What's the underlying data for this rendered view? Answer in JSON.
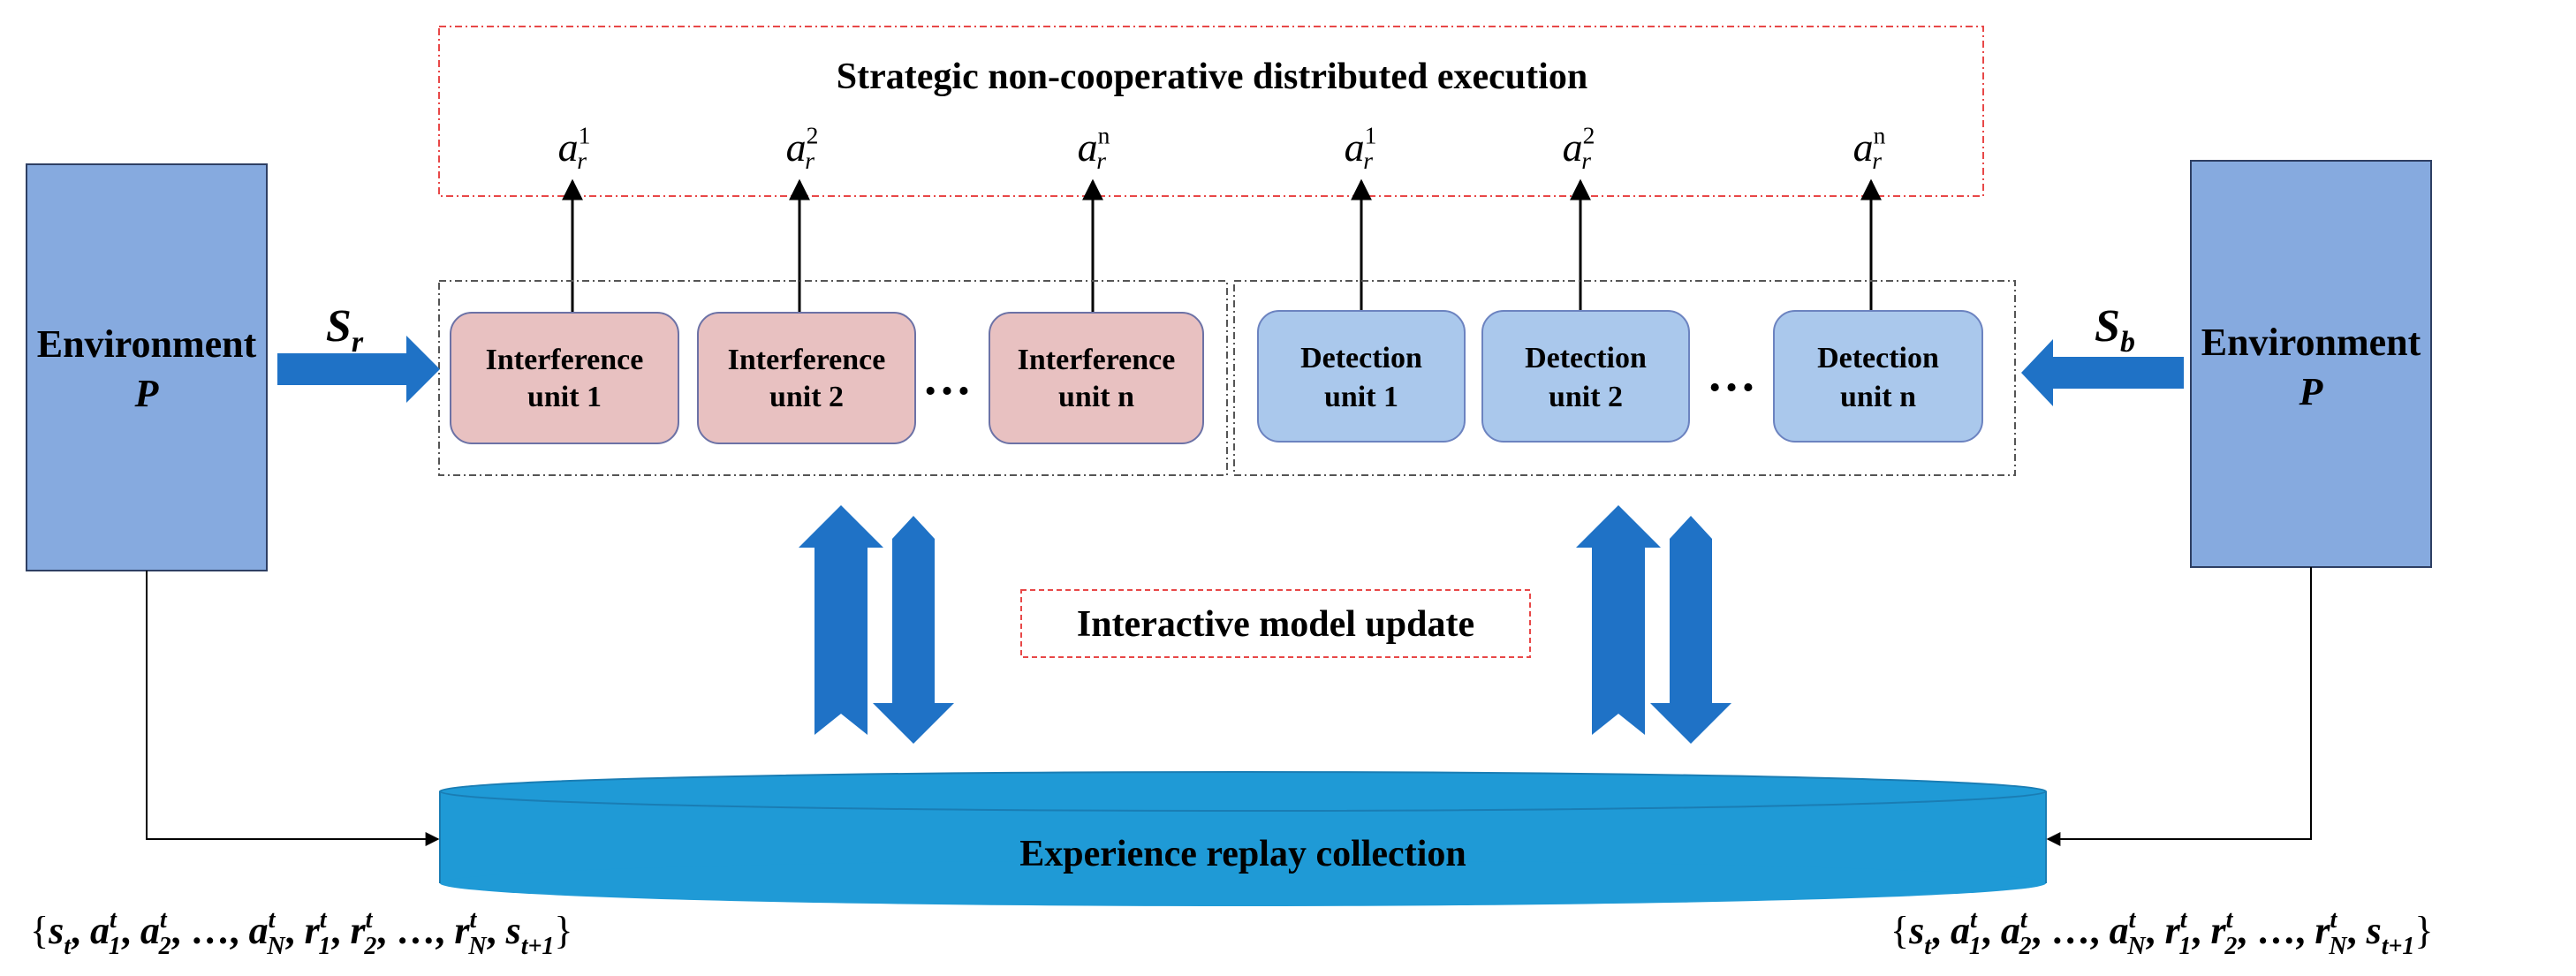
{
  "execution": {
    "title": "Strategic non-cooperative distributed execution",
    "actions_interference": [
      {
        "base": "a",
        "sub": "r",
        "sup": "1"
      },
      {
        "base": "a",
        "sub": "r",
        "sup": "2"
      },
      {
        "base": "a",
        "sub": "r",
        "sup": "n"
      }
    ],
    "actions_detection": [
      {
        "base": "a",
        "sub": "r",
        "sup": "1"
      },
      {
        "base": "a",
        "sub": "r",
        "sup": "2"
      },
      {
        "base": "a",
        "sub": "r",
        "sup": "n"
      }
    ]
  },
  "interference_units": [
    {
      "line1": "Interference",
      "line2": "unit 1"
    },
    {
      "line1": "Interference",
      "line2": "unit 2"
    },
    {
      "line1": "Interference",
      "line2": "unit n"
    }
  ],
  "detection_units": [
    {
      "line1": "Detection",
      "line2": "unit 1"
    },
    {
      "line1": "Detection",
      "line2": "unit 2"
    },
    {
      "line1": "Detection",
      "line2": "unit n"
    }
  ],
  "ellipsis": "…",
  "environment_left": {
    "line1": "Environment",
    "line2": "P",
    "state_base": "S",
    "state_sub": "r"
  },
  "environment_right": {
    "line1": "Environment",
    "line2": "P",
    "state_base": "S",
    "state_sub": "b"
  },
  "interactive_update": "Interactive model update",
  "replay": {
    "label": "Experience replay collection"
  },
  "tuple": {
    "open": "{",
    "close": "}",
    "sep": ", ",
    "terms": [
      {
        "base": "s",
        "sub": "t",
        "sup": ""
      },
      {
        "base": "a",
        "sub": "1",
        "sup": "t"
      },
      {
        "base": "a",
        "sub": "2",
        "sup": "t"
      },
      {
        "base": "…",
        "sub": "",
        "sup": ""
      },
      {
        "base": "a",
        "sub": "N",
        "sup": "t"
      },
      {
        "base": "r",
        "sub": "1",
        "sup": "t"
      },
      {
        "base": "r",
        "sub": "2",
        "sup": "t"
      },
      {
        "base": "…",
        "sub": "",
        "sup": ""
      },
      {
        "base": "r",
        "sub": "N",
        "sup": "t"
      },
      {
        "base": "s",
        "sub": "t+1",
        "sup": ""
      }
    ]
  },
  "colors": {
    "environment_fill": "#86aadf",
    "environment_stroke": "#2e3f63",
    "interference_fill": "#e8c1c1",
    "interference_stroke": "#6c72a6",
    "detection_fill": "#aac8ec",
    "detection_stroke": "#6c83c0",
    "arrow_blue": "#1f72c6",
    "replay_fill": "#1f9ad6",
    "replay_stroke": "#1a7db4",
    "red_dash": "#e84848",
    "gray_dash": "#555555"
  }
}
